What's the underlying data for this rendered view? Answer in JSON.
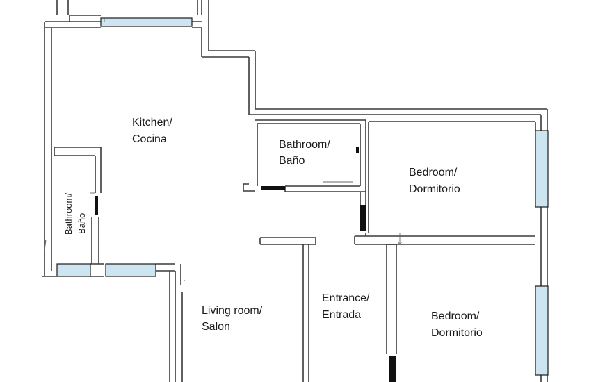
{
  "colors": {
    "wall": "#3a3a3a",
    "window_fill": "#cde5f1",
    "door": "#111111",
    "background": "#ffffff"
  },
  "rooms": {
    "kitchen": {
      "line1": "Kitchen/",
      "line2": "Cocina"
    },
    "bathroom_main": {
      "line1": "Bathroom/",
      "line2": "Baño"
    },
    "bedroom_1": {
      "line1": "Bedroom/",
      "line2": "Dormitorio"
    },
    "bathroom_small": {
      "line1": "Bathroom/",
      "line2": "Baño"
    },
    "living_room": {
      "line1": "Living room/",
      "line2": "Salon"
    },
    "entrance": {
      "line1": "Entrance/",
      "line2": "Entrada"
    },
    "bedroom_2": {
      "line1": "Bedroom/",
      "line2": "Dormitorio"
    }
  }
}
